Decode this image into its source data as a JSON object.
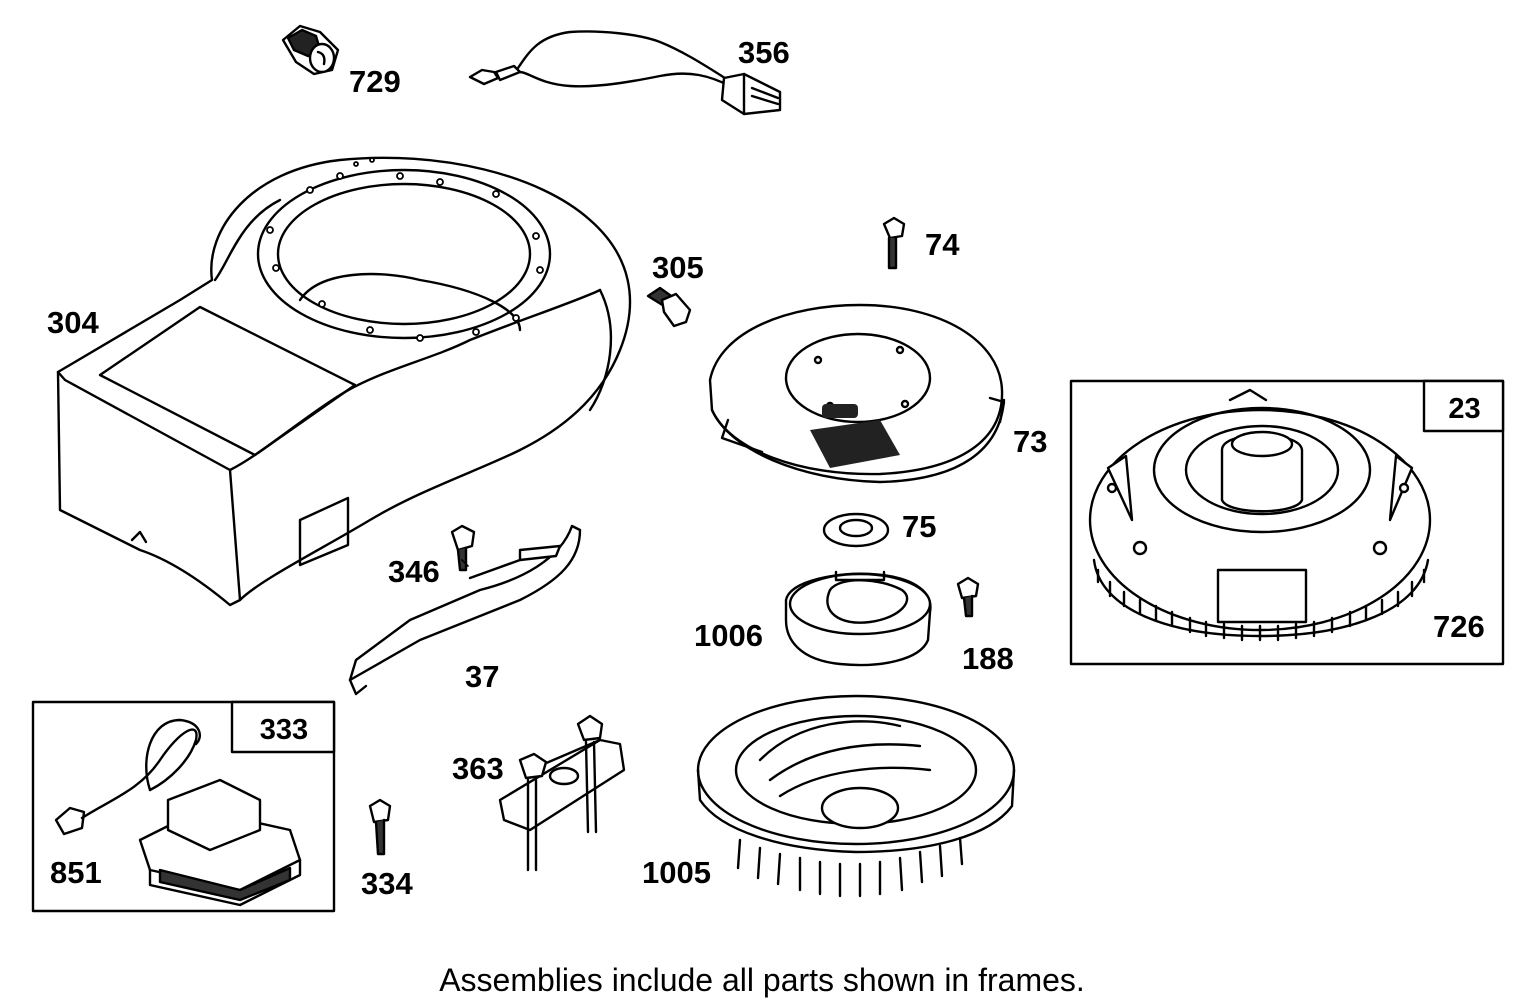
{
  "labels": {
    "p729": "729",
    "p356": "356",
    "p304": "304",
    "p305": "305",
    "p74": "74",
    "p73": "73",
    "p75": "75",
    "p346": "346",
    "p37": "37",
    "p1006": "1006",
    "p188": "188",
    "p363": "363",
    "p334": "334",
    "p851": "851",
    "p1005": "1005",
    "p726": "726"
  },
  "frames": {
    "flywheel_assembly": "23",
    "armature_assembly": "333"
  },
  "caption": "Assemblies include all parts shown in frames."
}
